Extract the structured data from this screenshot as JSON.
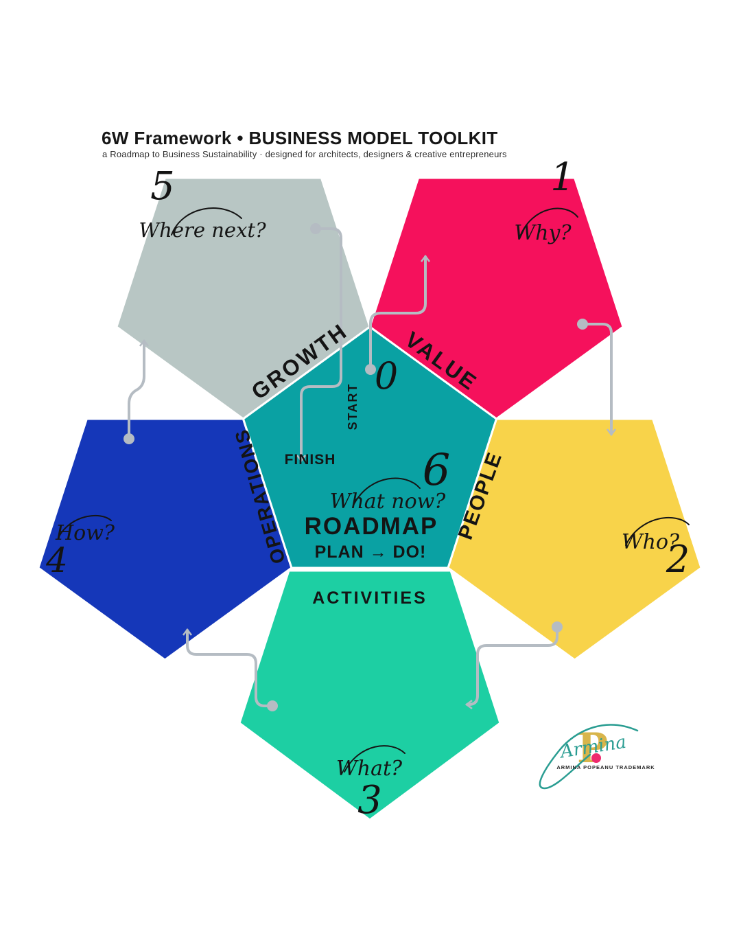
{
  "header": {
    "title": "6W Framework • BUSINESS MODEL TOOLKIT",
    "subtitle": "a Roadmap to Business Sustainability · designed for architects, designers & creative entrepreneurs"
  },
  "colors": {
    "connector": "#b5bcc3",
    "ink": "#141414"
  },
  "center": {
    "label": "ROADMAP",
    "number": "6",
    "question": "What now?",
    "action": "PLAN → DO!",
    "action_color": "#f2d34b",
    "color": "#0aa1a3",
    "start": {
      "label": "START",
      "number": "0",
      "color": "#f2135e"
    },
    "finish": {
      "label": "FINISH"
    }
  },
  "pentagons": [
    {
      "id": "value",
      "label": "VALUE",
      "number": "1",
      "question": "Why?",
      "color": "#f5115c"
    },
    {
      "id": "people",
      "label": "PEOPLE",
      "number": "2",
      "question": "Who?",
      "color": "#f8d34a"
    },
    {
      "id": "activities",
      "label": "ACTIVITIES",
      "number": "3",
      "question": "What?",
      "color": "#1dcfa3"
    },
    {
      "id": "operations",
      "label": "OPERATIONS",
      "number": "4",
      "question": "How?",
      "color": "#1537b9"
    },
    {
      "id": "growth",
      "label": "GROWTH",
      "number": "5",
      "question": "Where next?",
      "color": "#b8c6c4"
    }
  ],
  "logo": {
    "script_name": "Armina",
    "monogram": "P",
    "caption": "ARMINA POPEANU TRADEMARK",
    "teal": "#2a9d92",
    "gold": "#d8b54b",
    "dot_pink": "#ef2a6e"
  }
}
